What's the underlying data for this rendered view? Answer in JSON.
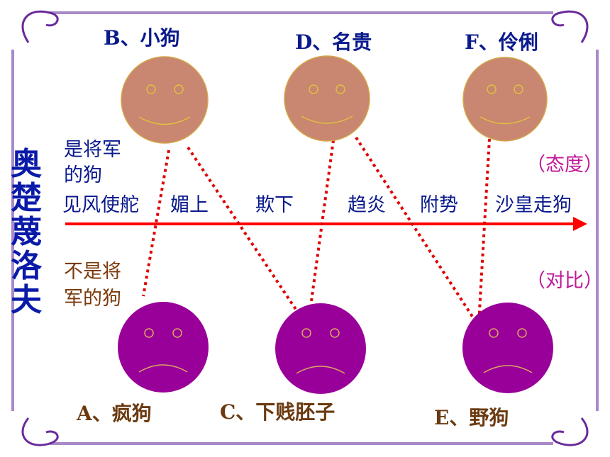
{
  "title_vertical": [
    "奥",
    "楚",
    "蔑",
    "洛",
    "夫"
  ],
  "top_labels": {
    "b": "B、小狗",
    "d": "D、名贵",
    "f": "F、伶俐"
  },
  "bottom_labels": {
    "a": "A、疯狗",
    "c": "C、下贱胚子",
    "e": "E、野狗"
  },
  "general_dog_line1": "是将军",
  "general_dog_line2": "的狗",
  "not_general_line1": "不是将",
  "not_general_line2": "军的狗",
  "axis_words": [
    "见风使舵",
    "媚上",
    "欺下",
    "趋炎",
    "附势",
    "沙皇走狗"
  ],
  "attitude": "（态度）",
  "contrast": "（对比）",
  "colors": {
    "frame": "#6a2a9a",
    "happy_face": "#c98670",
    "sad_face": "#990099",
    "arrow": "#ff0000",
    "dotted": "#e00000"
  }
}
